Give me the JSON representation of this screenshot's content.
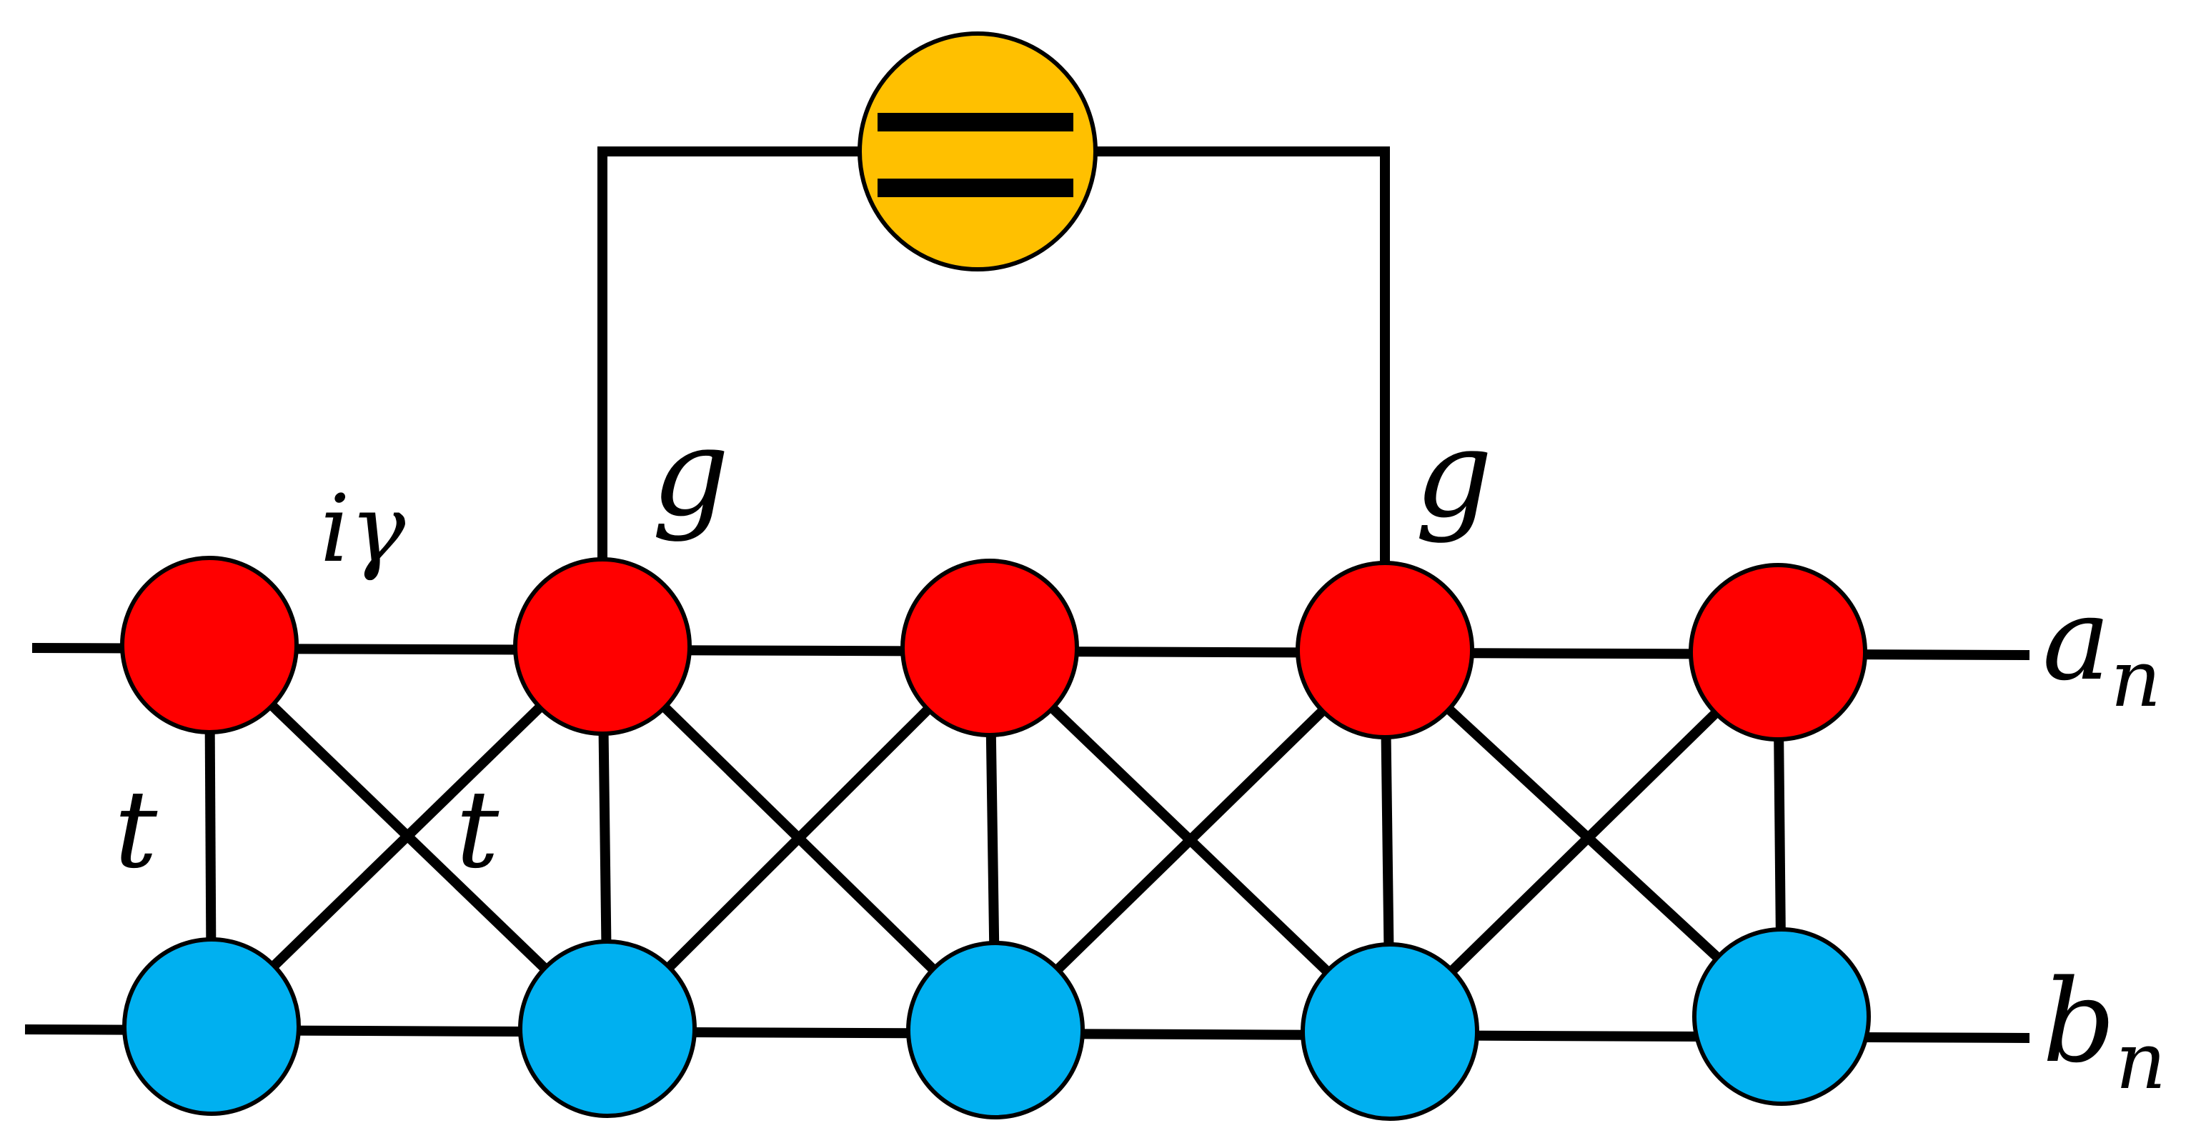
{
  "labels": {
    "hopping_a": "iγ",
    "hopping_ab_vertical": "t",
    "hopping_ab_cross": "t",
    "coupling_left": "g",
    "coupling_right": "g",
    "chain_a_main": "a",
    "chain_a_sub": "n",
    "chain_b_main": "b",
    "chain_b_sub": "n"
  },
  "colors": {
    "a_site": "#ff0000",
    "b_site": "#00b0f0",
    "coupler": "#ffc000",
    "line": "#000000"
  },
  "lattice": {
    "a_sites": 5,
    "b_sites": 5
  }
}
